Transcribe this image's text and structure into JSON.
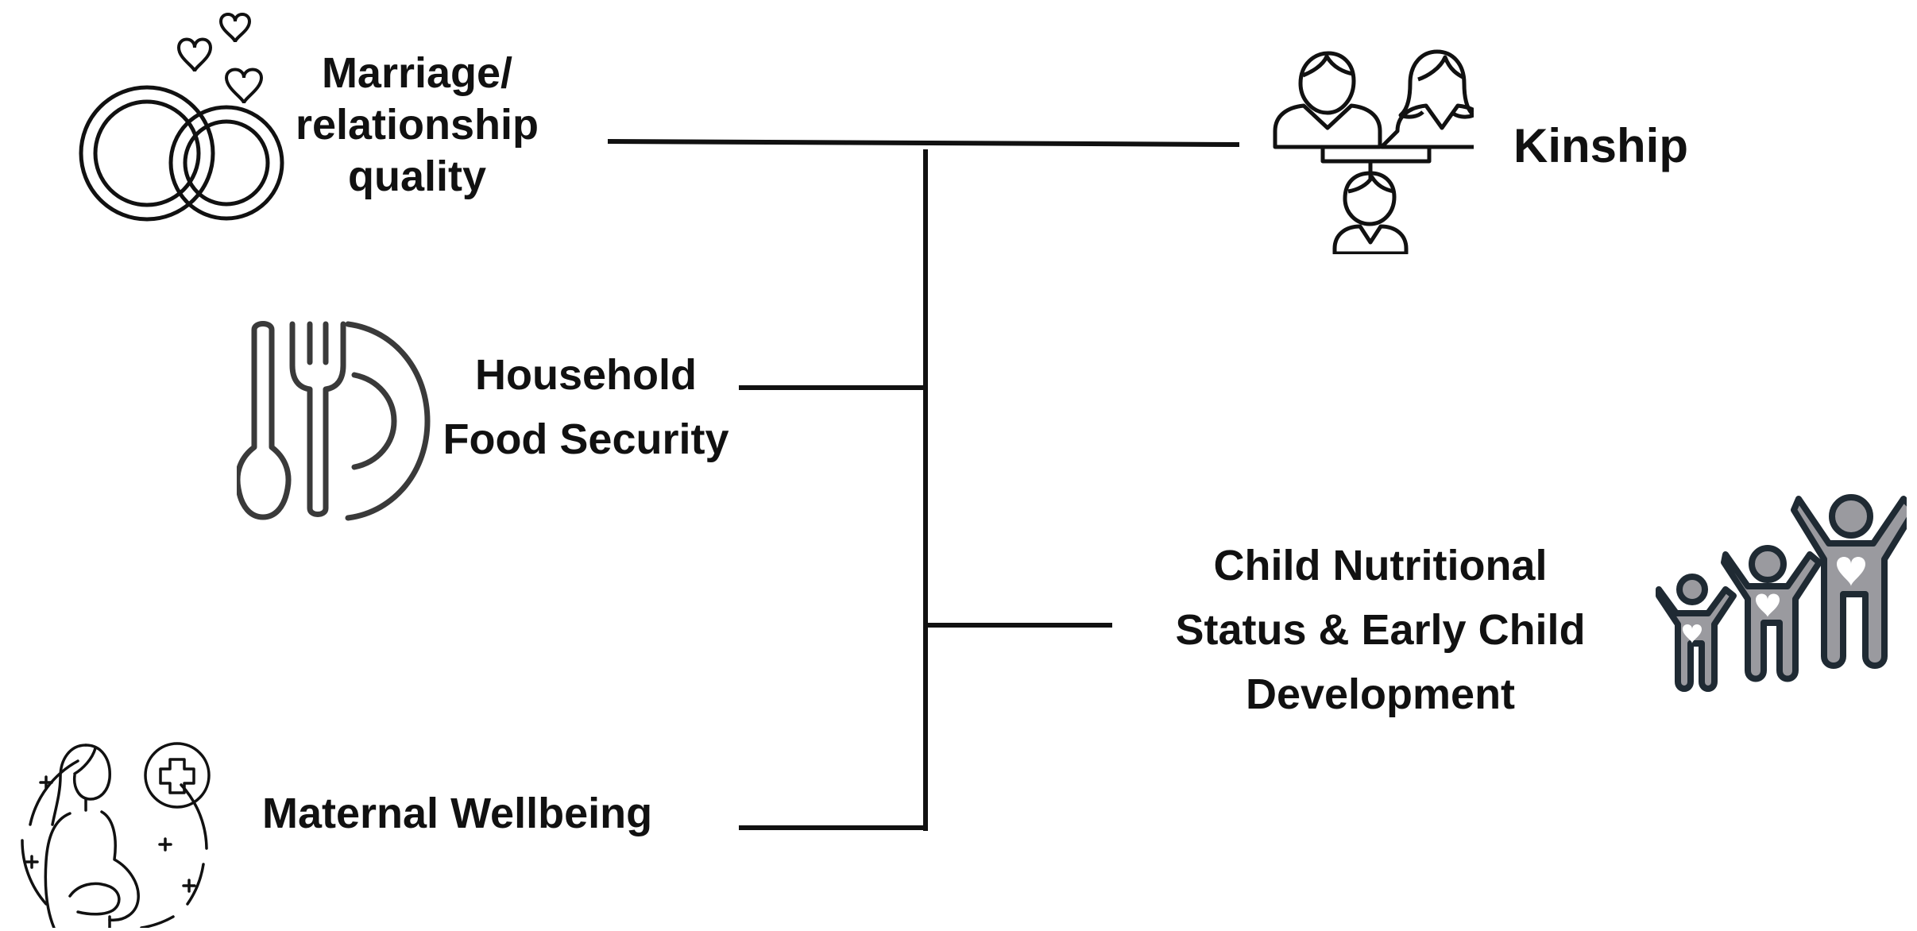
{
  "nodes": {
    "marriage": {
      "lines": [
        "Marriage/",
        "relationship",
        "quality"
      ],
      "icon": "wedding-rings-hearts-icon"
    },
    "kinship": {
      "lines": [
        "Kinship"
      ],
      "icon": "family-tree-icon"
    },
    "food_security": {
      "lines": [
        "Household",
        "Food Security"
      ],
      "icon": "plate-fork-spoon-icon"
    },
    "child": {
      "lines": [
        "Child Nutritional",
        "Status & Early Child",
        "Development"
      ],
      "icon": "children-heart-icon"
    },
    "maternal": {
      "lines": [
        "Maternal Wellbeing"
      ],
      "icon": "pregnant-woman-icon"
    }
  },
  "colors": {
    "line": "#111111",
    "icon_stroke": "#3a3a3a",
    "children_fill": "#9a9a9f",
    "children_stroke": "#1f2a33"
  }
}
